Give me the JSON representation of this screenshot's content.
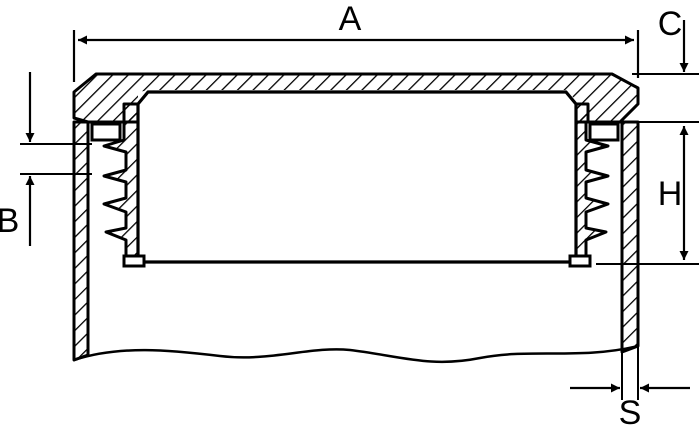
{
  "labels": {
    "a": "A",
    "b": "B",
    "c": "C",
    "h": "H",
    "s": "S"
  },
  "colors": {
    "line": "#000000",
    "background": "#ffffff"
  }
}
